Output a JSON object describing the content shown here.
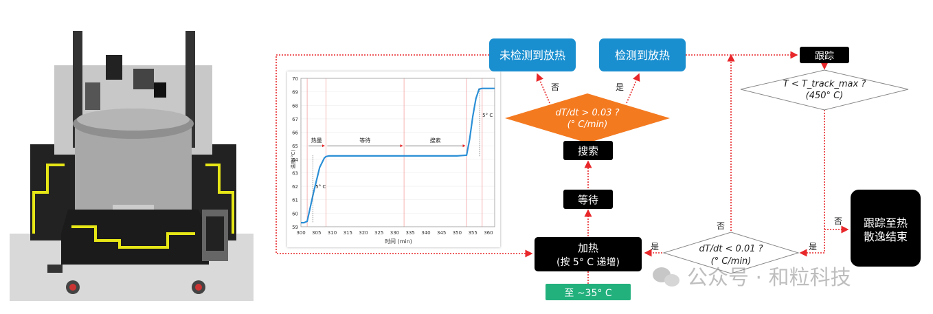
{
  "colors": {
    "blue_box": "#1a8fd0",
    "black_box": "#000000",
    "orange": "#f47a20",
    "green": "#22b07d",
    "arrow_red": "#e8272a",
    "chart_line": "#2b8fd6"
  },
  "flow": {
    "undetected": "未检测到放热",
    "detected": "检测到放热",
    "track": "跟踪",
    "decision_rate_line1": "dT/dt > 0.03 ?",
    "decision_rate_line2": "(° C/min)",
    "no_label_left": "否",
    "yes_label_right": "是",
    "search": "搜索",
    "wait": "等待",
    "heat_line1": "加热",
    "heat_line2": "(按 5° C 递增)",
    "start": "至 ~35° C",
    "decision_low_line1": "dT/dt < 0.01 ?",
    "decision_low_line2": "(° C/min)",
    "low_no": "否",
    "low_yes": "是",
    "heat_yes": "是",
    "decision_track_line1": "T < T_track_max ?",
    "decision_track_line2": "(450° C)",
    "track_no": "否",
    "end_line1": "跟踪至热",
    "end_line2": "散逸结束"
  },
  "watermark": "公众号 · 和粒科技",
  "chart_data": {
    "type": "line",
    "xlabel": "时间 (min)",
    "ylabel": "温度(°C)",
    "xlim": [
      300,
      362
    ],
    "ylim": [
      59,
      70
    ],
    "xticks": [
      300,
      305,
      310,
      315,
      320,
      325,
      330,
      335,
      340,
      345,
      350,
      355,
      360
    ],
    "yticks": [
      59,
      60,
      61,
      62,
      63,
      64,
      65,
      66,
      67,
      68,
      69,
      70
    ],
    "series": [
      {
        "x": [
          300,
          301,
          302,
          304,
          306,
          307.5,
          308,
          309,
          320,
          335,
          350,
          353,
          354,
          355,
          356,
          357,
          358,
          362
        ],
        "y": [
          59.3,
          59.3,
          59.4,
          61.5,
          63.4,
          64.1,
          64.2,
          64.25,
          64.25,
          64.25,
          64.25,
          64.3,
          65.5,
          67.2,
          68.5,
          69.2,
          69.25,
          69.25
        ]
      }
    ],
    "regions": [
      {
        "label": "热量",
        "from": 302,
        "to": 308
      },
      {
        "label": "等待",
        "from": 308,
        "to": 333
      },
      {
        "label": "搜索",
        "from": 333,
        "to": 353
      }
    ],
    "annotations": [
      {
        "label": "5° C",
        "x": 305,
        "y": 62
      },
      {
        "label": "5° C",
        "x": 357.5,
        "y": 67.3
      }
    ]
  }
}
